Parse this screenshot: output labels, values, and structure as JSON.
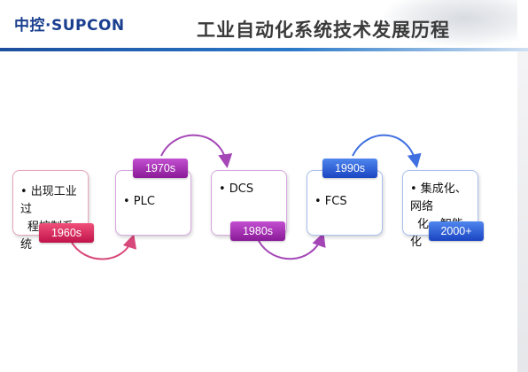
{
  "header": {
    "logo": "中控·SUPCON",
    "title": "工业自动化系统技术发展历程"
  },
  "timeline": [
    {
      "label": "• 出现工业过",
      "label2": "程控制系统",
      "era": "1960s"
    },
    {
      "label": "• PLC",
      "era": "1970s"
    },
    {
      "label": "• DCS",
      "era": "1980s"
    },
    {
      "label": "• FCS",
      "era": "1990s"
    },
    {
      "label": "• 集成化、网络",
      "label2": "化、智能化",
      "era": "2000+"
    }
  ],
  "colors": {
    "pink": "#d01f55",
    "purple": "#9b2aa8",
    "blue": "#2756d6",
    "header_band": "#1d4e9e"
  }
}
